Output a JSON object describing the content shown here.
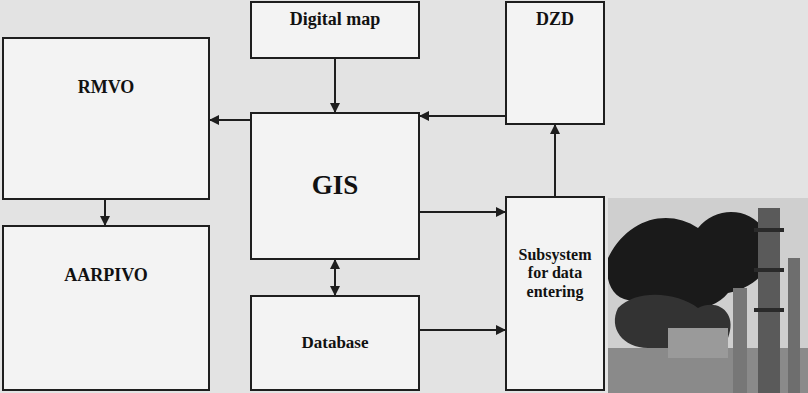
{
  "diagram": {
    "nodes": [
      {
        "text": [
          "Digital map"
        ]
      },
      {
        "text": [
          "DZD"
        ]
      },
      {
        "text": [
          "RMVO"
        ]
      },
      {
        "text": [
          "GIS"
        ]
      },
      {
        "text": [
          "AARPIVO"
        ]
      },
      {
        "text": [
          "Subsystem for data entering"
        ]
      },
      {
        "text": [
          "Database"
        ]
      }
    ],
    "edges": [
      {
        "from": 0,
        "to": 3,
        "arrow": "to"
      },
      {
        "from": 3,
        "to": 2,
        "arrow": "to"
      },
      {
        "from": 2,
        "to": 4,
        "arrow": "to"
      },
      {
        "from": 1,
        "to": 3,
        "arrow": "to"
      },
      {
        "from": 3,
        "to": 5,
        "arrow": "to"
      },
      {
        "from": 5,
        "to": 1,
        "arrow": "to"
      },
      {
        "from": 3,
        "to": 6,
        "arrow": "both"
      },
      {
        "from": 6,
        "to": 5,
        "arrow": "to"
      }
    ]
  }
}
